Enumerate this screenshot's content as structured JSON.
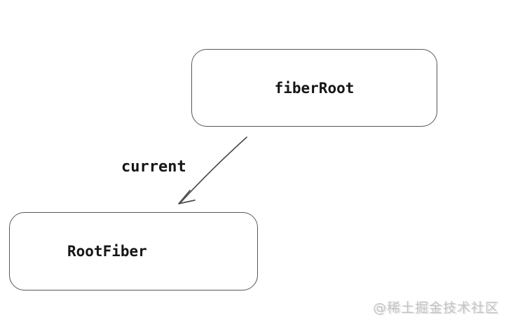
{
  "diagram": {
    "type": "flow",
    "nodes": [
      {
        "id": "fiberRoot",
        "label": "fiberRoot"
      },
      {
        "id": "RootFiber",
        "label": "RootFiber"
      }
    ],
    "edges": [
      {
        "from": "fiberRoot",
        "to": "RootFiber",
        "label": "current",
        "direction": "down-left"
      }
    ]
  },
  "watermark": {
    "text": "@稀土掘金技术社区"
  },
  "colors": {
    "background": "#ffffff",
    "node_border": "#575757",
    "node_fill": "#ffffff",
    "text": "#161616",
    "arrow": "#4d4d4d",
    "watermark": "#c4c4c4"
  }
}
